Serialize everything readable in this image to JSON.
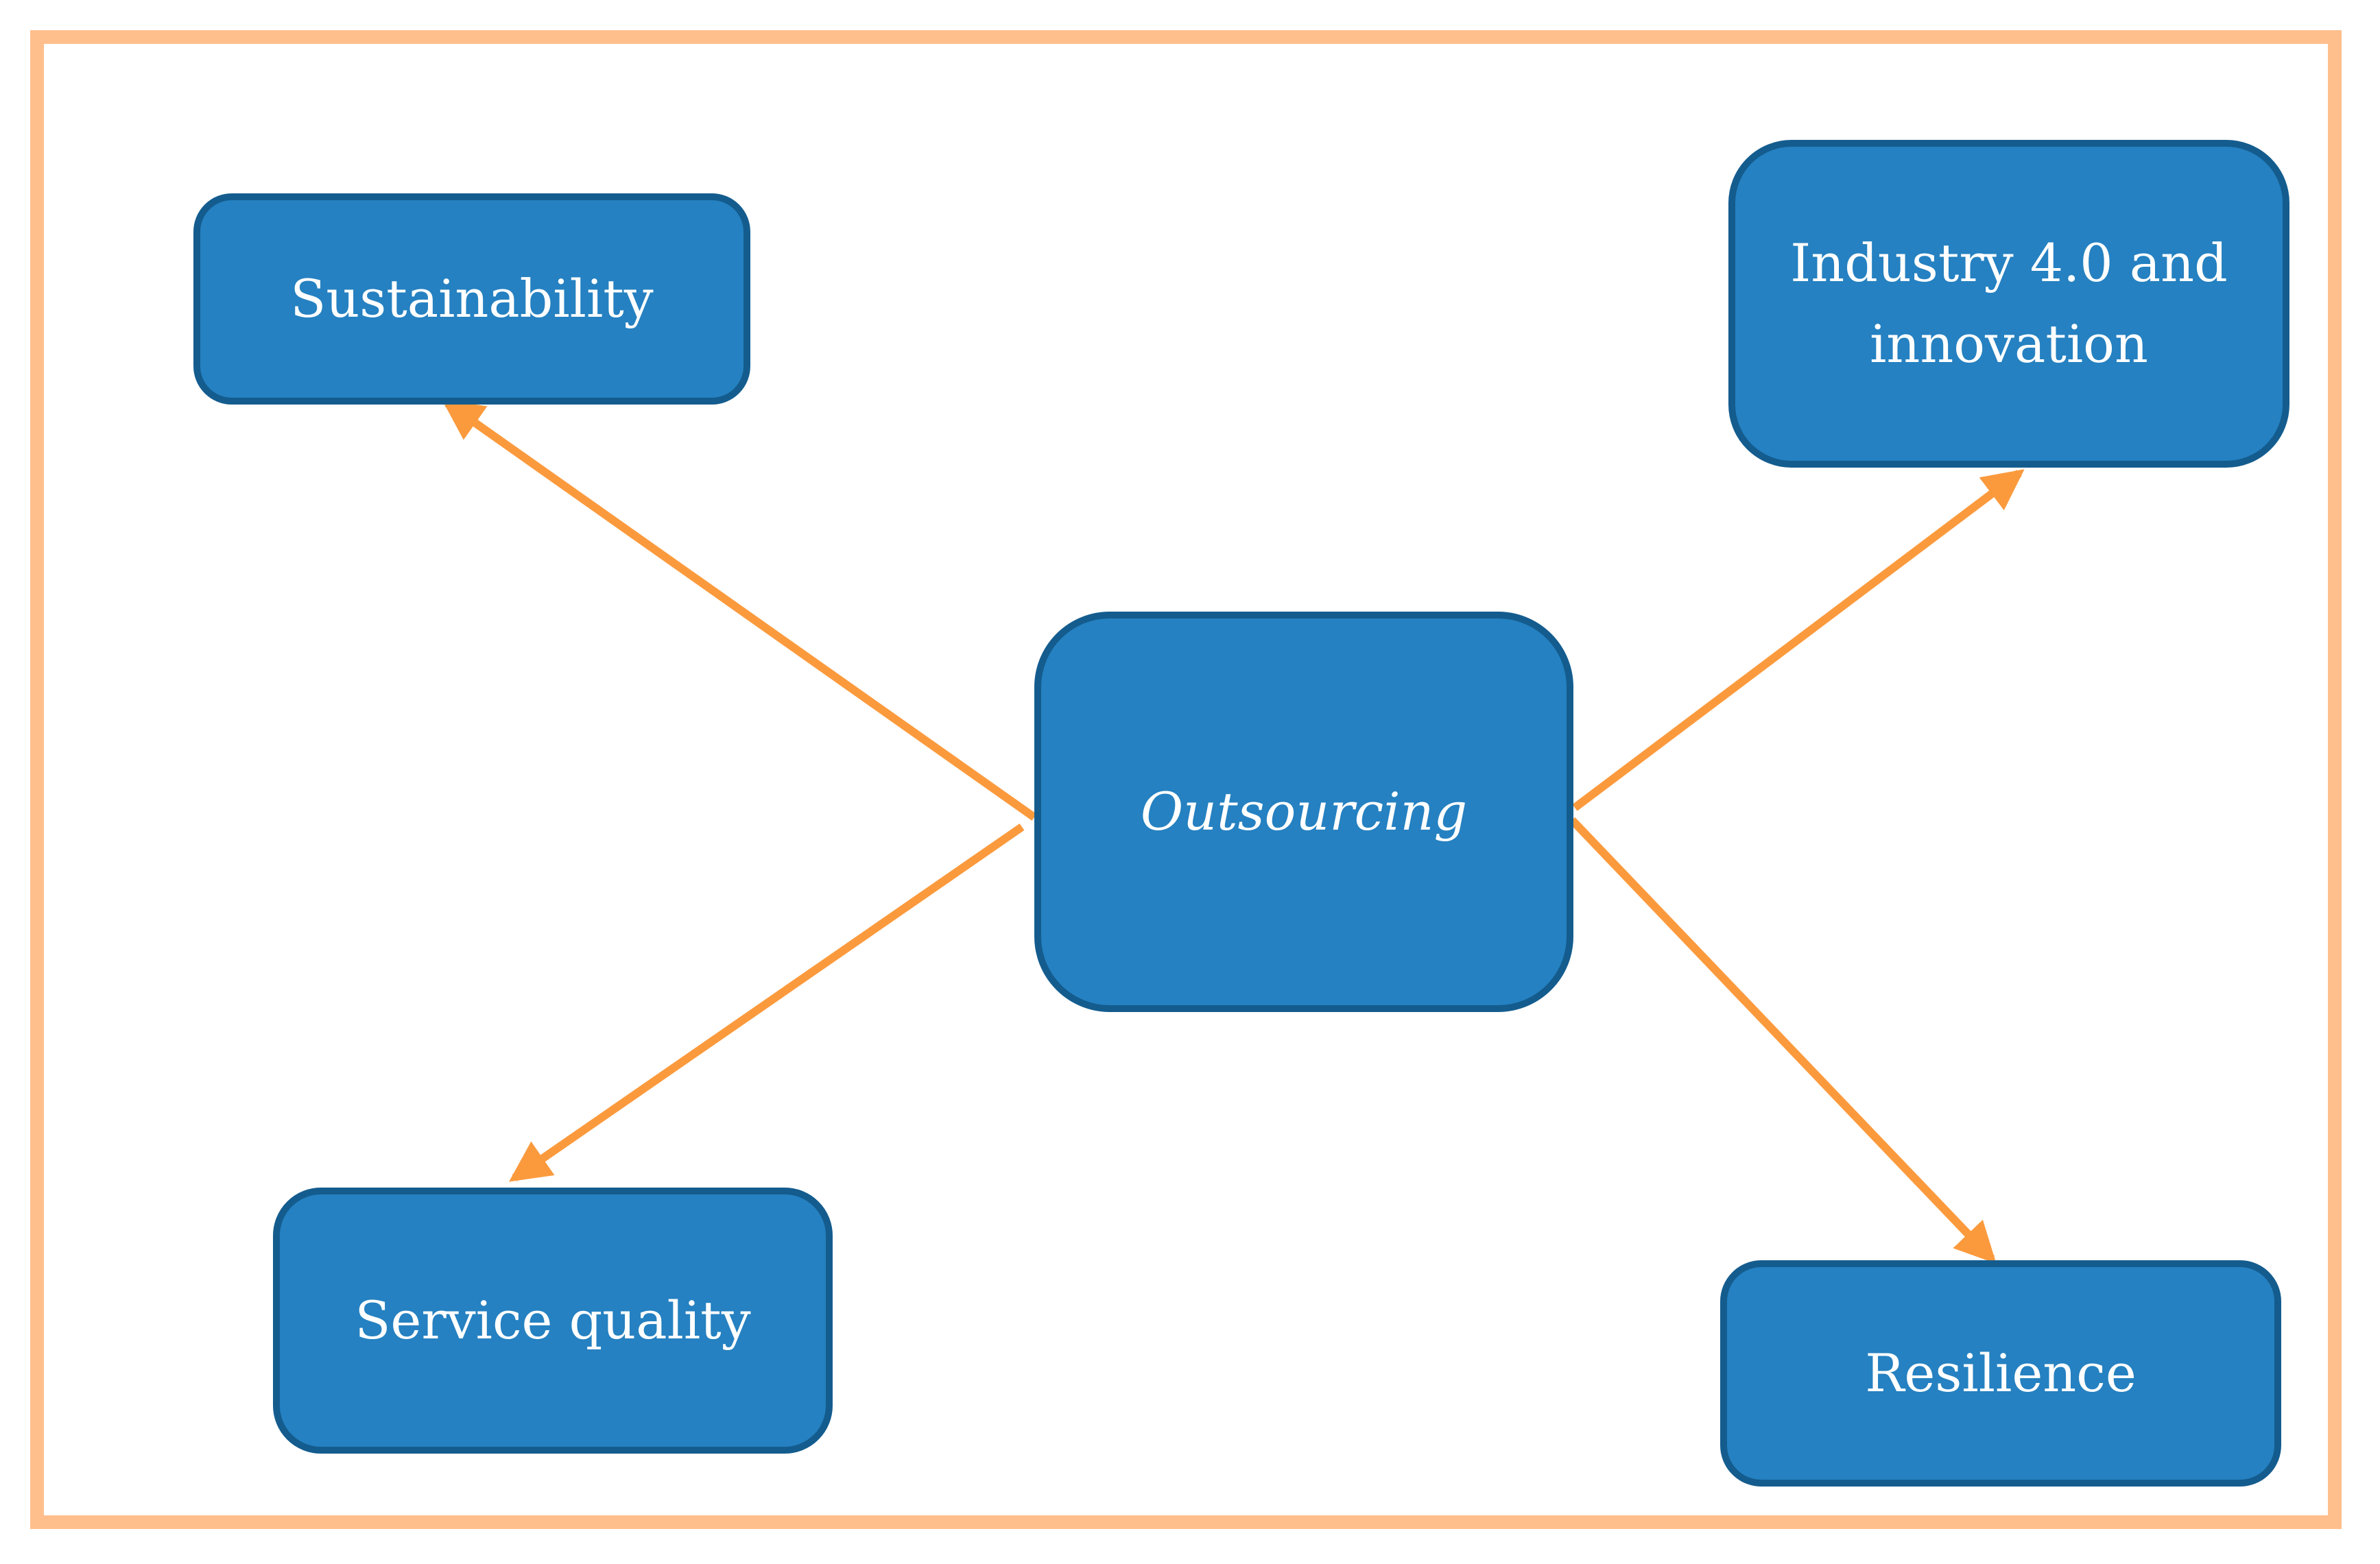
{
  "diagram": {
    "center": {
      "label": "Outsourcing"
    },
    "nodes": {
      "sustainability": {
        "label": "Sustainability"
      },
      "industry": {
        "label": "Industry 4.0 and innovation"
      },
      "service": {
        "label": "Service quality"
      },
      "resilience": {
        "label": "Resilience"
      }
    },
    "edges": [
      {
        "from": "Outsourcing",
        "to": "Sustainability"
      },
      {
        "from": "Outsourcing",
        "to": "Industry 4.0 and innovation"
      },
      {
        "from": "Outsourcing",
        "to": "Service quality"
      },
      {
        "from": "Outsourcing",
        "to": "Resilience"
      }
    ]
  },
  "colors": {
    "frame": "#ffbf8d",
    "box_fill": "#2581c1",
    "box_border": "#145c8e",
    "arrow": "#fb9a3d",
    "text": "#ffffff"
  }
}
